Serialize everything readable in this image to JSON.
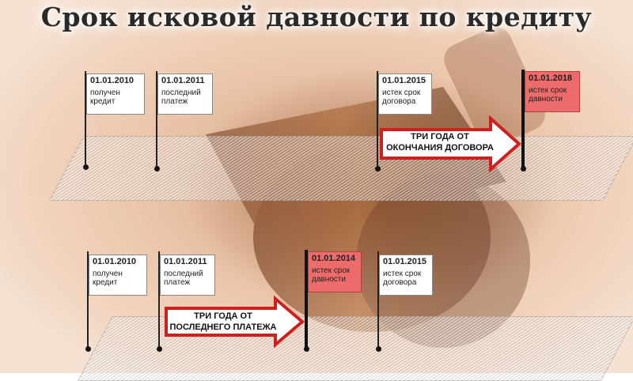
{
  "title": "Срок исковой давности по кредиту",
  "colors": {
    "highlight": "#ee6b6b",
    "arrow": "#d01f1f"
  },
  "timeline_top": {
    "flags": [
      {
        "date": "01.01.2010",
        "desc": "получен кредит"
      },
      {
        "date": "01.01.2011",
        "desc": "последний платеж"
      },
      {
        "date": "01.01.2015",
        "desc": "истек срок договора"
      },
      {
        "date": "01.01.2018",
        "desc": "истек срок давности"
      }
    ],
    "arrow_label": "ТРИ ГОДА ОТ ОКОНЧАНИЯ ДОГОВОРА"
  },
  "timeline_bottom": {
    "flags": [
      {
        "date": "01.01.2010",
        "desc": "получен кредит"
      },
      {
        "date": "01.01.2011",
        "desc": "последний платеж"
      },
      {
        "date": "01.01.2014",
        "desc": "истек срок давности"
      },
      {
        "date": "01.01.2015",
        "desc": "истек срок договора"
      }
    ],
    "arrow_label": "ТРИ ГОДА ОТ ПОСЛЕДНЕГО ПЛАТЕЖА"
  }
}
